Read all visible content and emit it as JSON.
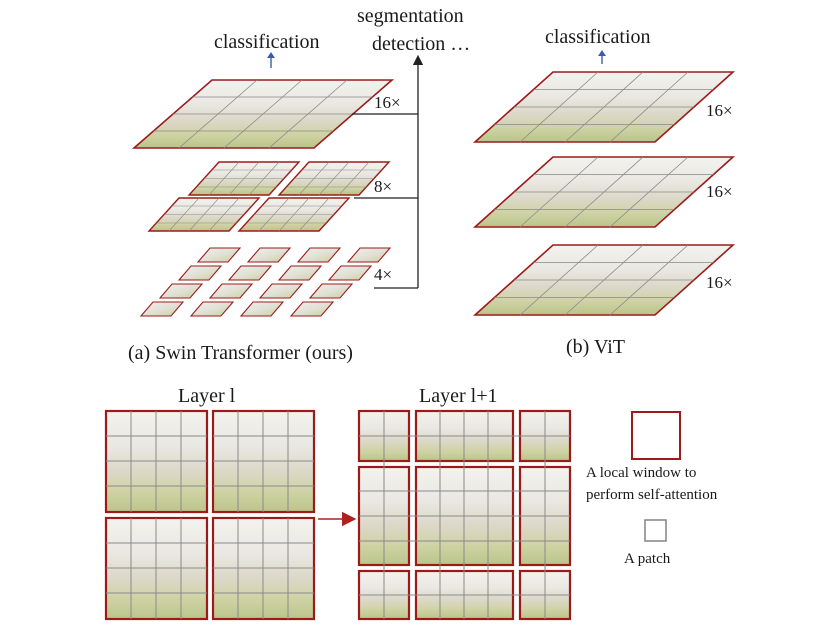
{
  "diagram": {
    "top_left": {
      "caption": "(a) Swin Transformer (ours)",
      "head_classification": "classification",
      "head_dense_line1": "segmentation",
      "head_dense_line2": "detection …",
      "levels": [
        {
          "scale": "16×",
          "windows": 1
        },
        {
          "scale": "8×",
          "windows": 4
        },
        {
          "scale": "4×",
          "windows": 16
        }
      ]
    },
    "top_right": {
      "caption": "(b) ViT",
      "head_classification": "classification",
      "levels": [
        {
          "scale": "16×"
        },
        {
          "scale": "16×"
        },
        {
          "scale": "16×"
        }
      ]
    },
    "bottom": {
      "layer_l_title": "Layer l",
      "layer_l1_title": "Layer l+1",
      "legend_window_line1": "A local window to",
      "legend_window_line2": "perform self-attention",
      "legend_patch": "A patch"
    },
    "colors": {
      "window_border": "#9b1b1b",
      "patch_line": "#8a8a8a",
      "class_arrow": "#3a5cb0",
      "line": "#222222",
      "shift_arrow": "#b02020"
    }
  }
}
